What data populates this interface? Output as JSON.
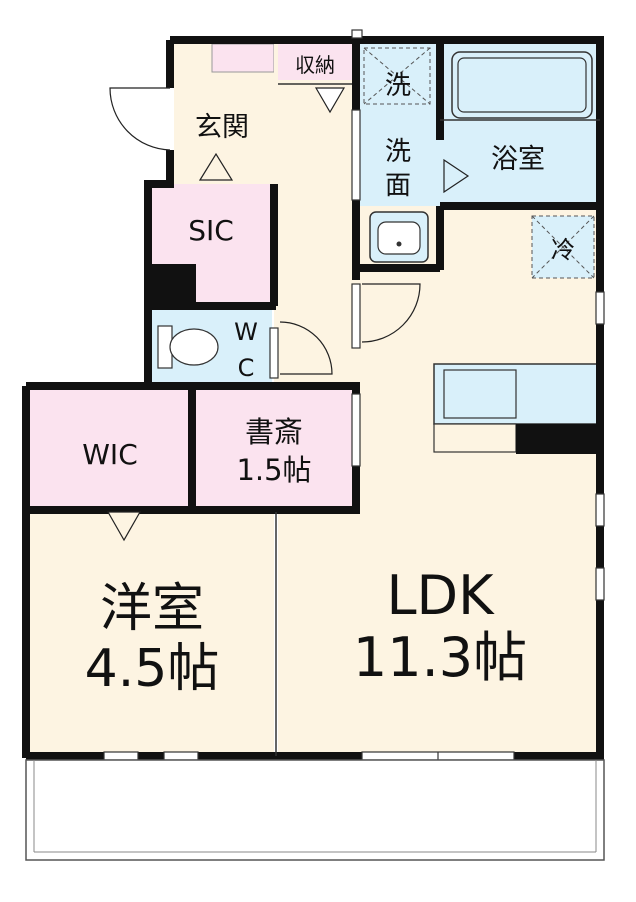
{
  "rooms": {
    "entrance": "玄関",
    "storage": "収納",
    "washer": "洗",
    "washroom_1": "洗",
    "washroom_2": "面",
    "bath": "浴室",
    "fridge": "冷",
    "sic": "SIC",
    "wc_1": "W",
    "wc_2": "C",
    "wic": "WIC",
    "study": "書斎",
    "study_size": "1.5帖",
    "western": "洋室",
    "western_size": "4.5帖",
    "ldk": "LDK",
    "ldk_size": "11.3帖"
  },
  "colors": {
    "floor": "#fdf4e2",
    "pink": "#fbe3ef",
    "blue": "#d9f0fa",
    "wall": "#111111"
  }
}
